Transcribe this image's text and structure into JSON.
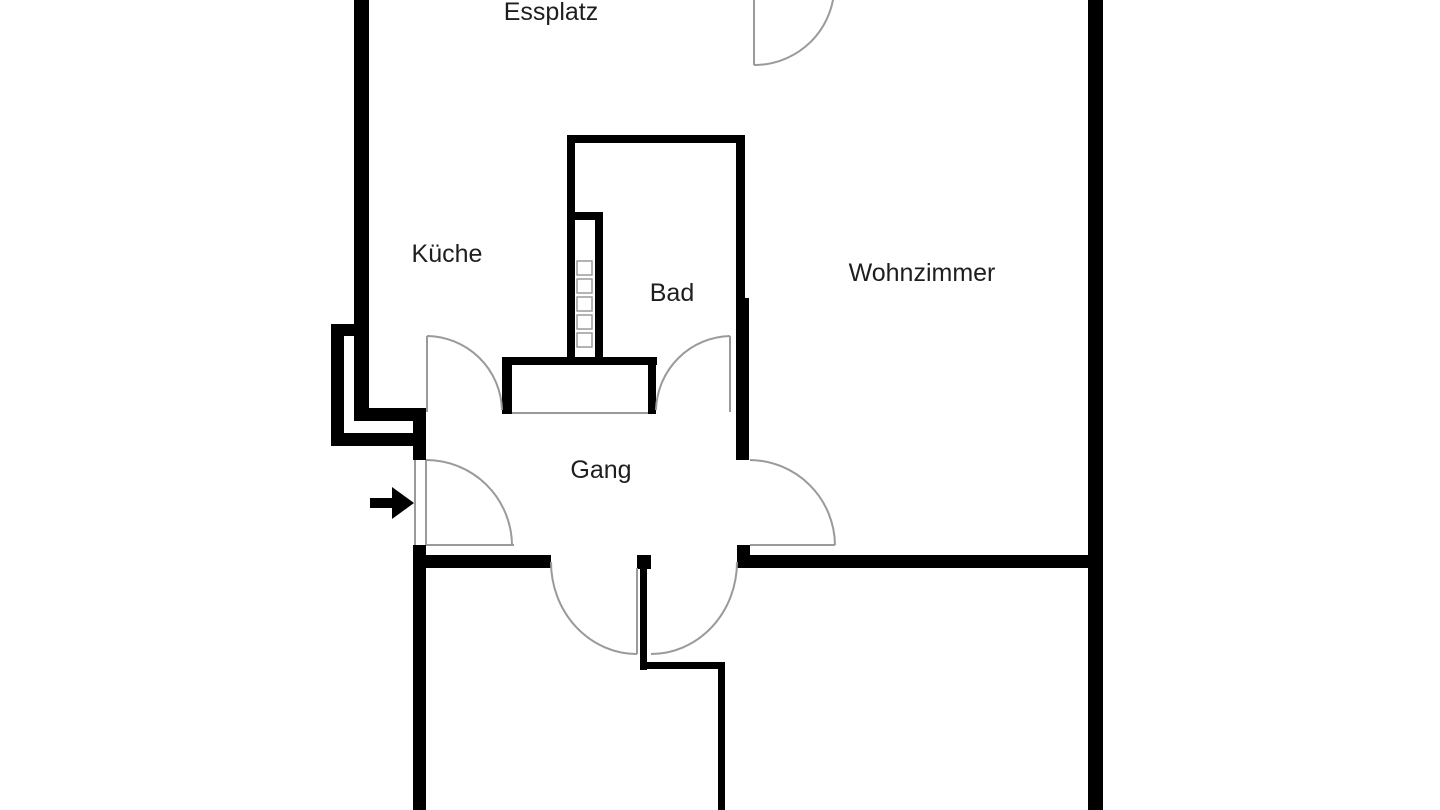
{
  "floorplan": {
    "background": "#ffffff",
    "wall_color": "#000000",
    "door_color": "#9a9a9a",
    "label_color": "#1e1e1e",
    "rooms": {
      "essplatz": {
        "label": "Essplatz"
      },
      "kueche": {
        "label": "Küche"
      },
      "bad": {
        "label": "Bad"
      },
      "wohnzimmer": {
        "label": "Wohnzimmer"
      },
      "gang": {
        "label": "Gang"
      }
    },
    "entrance_marker": "arrow-right-icon"
  }
}
